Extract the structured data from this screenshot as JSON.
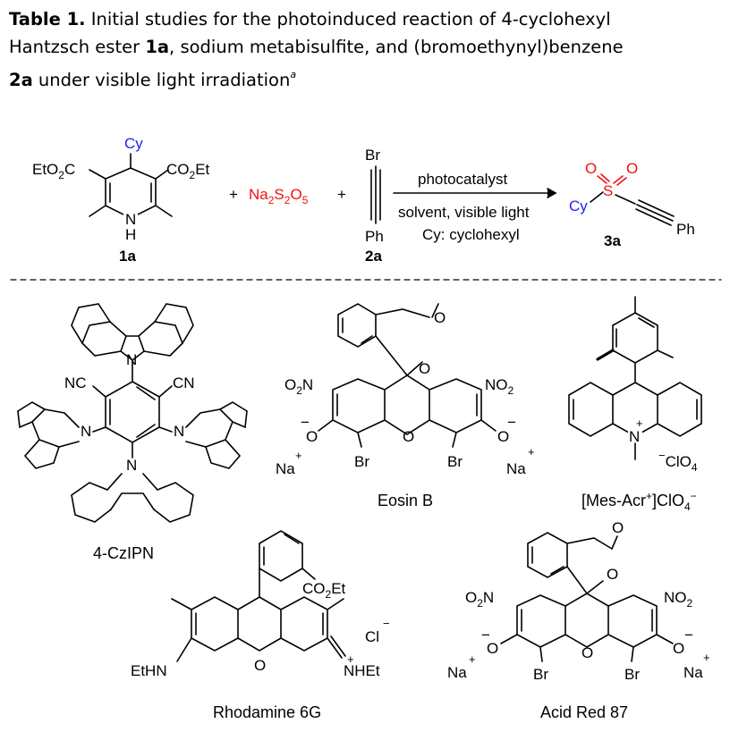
{
  "caption": {
    "table_label": "Table 1.",
    "line1_text": " Initial studies for the photoinduced reaction of 4-cyclohexyl",
    "line2_a": "Hantzsch ester ",
    "line2_cpd1": "1a",
    "line2_b": ", sodium metabisulfite, and (bromoethynyl)benzene",
    "line3_cpd2": "2a",
    "line3_text": " under visible light irradiation",
    "footnote_mark": "a"
  },
  "scheme": {
    "cy": "Cy",
    "eto2c": "EtO",
    "co2et": "CO",
    "et": "Et",
    "nh_n": "N",
    "nh_h": "H",
    "cpd_1a": "1a",
    "plus": "+",
    "na2s2o5": [
      "Na",
      "2",
      "S",
      "2",
      "O",
      "5"
    ],
    "br": "Br",
    "ph": "Ph",
    "cpd_2a": "2a",
    "arrow_top": "photocatalyst",
    "arrow_bottom": "solvent, visible light",
    "arrow_note": "Cy: cyclohexyl",
    "prod_cy": "Cy",
    "prod_s": "S",
    "prod_o": "O",
    "prod_ph": "Ph",
    "cpd_3a": "3a"
  },
  "catalysts": {
    "czipn": {
      "name": "4-CzIPN",
      "cn": "CN",
      "nc": "NC",
      "n": "N"
    },
    "eosin_b": {
      "name": "Eosin B",
      "o2n": "O",
      "no2": "NO",
      "br": "Br",
      "o": "O",
      "na": "Na",
      "plus": "+",
      "minus": "−"
    },
    "mes_acr": {
      "name": "[Mes-Acr",
      "name_sup": "+",
      "name_tail": "]ClO",
      "name_sub": "4",
      "name_sup2": "−",
      "n": "N",
      "clo4": "ClO",
      "clo4_sub": "4",
      "minus": "−",
      "plus": "+"
    },
    "rhodamine": {
      "name": "Rhodamine 6G",
      "co2et": "CO",
      "et": "Et",
      "ethn": "EtHN",
      "nhet": "NHEt",
      "cl": "Cl",
      "o": "O",
      "plus": "+",
      "minus": "−"
    },
    "acid_red": {
      "name": "Acid Red 87",
      "o2n": "O",
      "no2": "NO",
      "br": "Br",
      "o": "O",
      "na": "Na",
      "plus": "+",
      "minus": "−"
    }
  },
  "colors": {
    "cy": "#2222ee",
    "salt": "#ee1111",
    "oxygen": "#ee1111",
    "black": "#000000"
  }
}
